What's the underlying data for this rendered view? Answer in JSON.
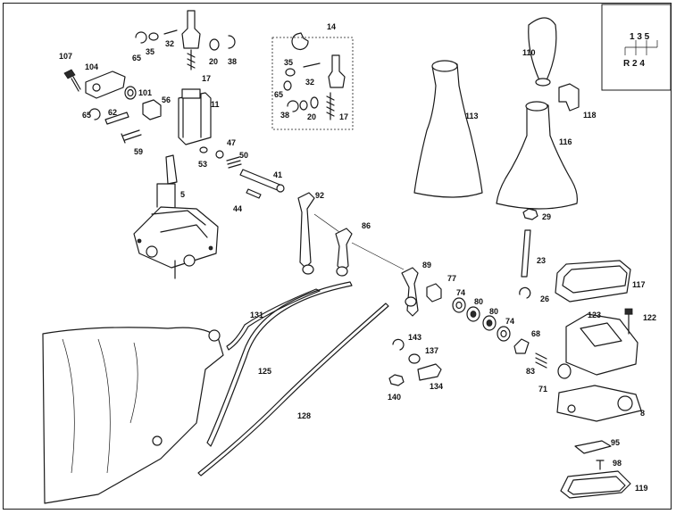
{
  "shift_pattern": {
    "top_row": "1 3 5",
    "bottom_row": "R 2 4"
  },
  "parts": [
    {
      "id": "p107",
      "label": "107"
    },
    {
      "id": "p104",
      "label": "104"
    },
    {
      "id": "p101",
      "label": "101"
    },
    {
      "id": "p65a",
      "label": "65"
    },
    {
      "id": "p62",
      "label": "62"
    },
    {
      "id": "p56",
      "label": "56"
    },
    {
      "id": "p59",
      "label": "59"
    },
    {
      "id": "p65b",
      "label": "65"
    },
    {
      "id": "p35a",
      "label": "35"
    },
    {
      "id": "p32a",
      "label": "32"
    },
    {
      "id": "p20a",
      "label": "20"
    },
    {
      "id": "p38a",
      "label": "38"
    },
    {
      "id": "p17a",
      "label": "17"
    },
    {
      "id": "p11",
      "label": "11"
    },
    {
      "id": "p47",
      "label": "47"
    },
    {
      "id": "p50",
      "label": "50"
    },
    {
      "id": "p53",
      "label": "53"
    },
    {
      "id": "p41",
      "label": "41"
    },
    {
      "id": "p44",
      "label": "44"
    },
    {
      "id": "p5",
      "label": "5"
    },
    {
      "id": "p14",
      "label": "14"
    },
    {
      "id": "p35b",
      "label": "35"
    },
    {
      "id": "p32b",
      "label": "32"
    },
    {
      "id": "p65c",
      "label": "65"
    },
    {
      "id": "p38b",
      "label": "38"
    },
    {
      "id": "p20b",
      "label": "20"
    },
    {
      "id": "p17b",
      "label": "17"
    },
    {
      "id": "p92",
      "label": "92"
    },
    {
      "id": "p86",
      "label": "86"
    },
    {
      "id": "p89",
      "label": "89"
    },
    {
      "id": "p77",
      "label": "77"
    },
    {
      "id": "p74a",
      "label": "74"
    },
    {
      "id": "p80a",
      "label": "80"
    },
    {
      "id": "p80b",
      "label": "80"
    },
    {
      "id": "p74b",
      "label": "74"
    },
    {
      "id": "p68",
      "label": "68"
    },
    {
      "id": "p83",
      "label": "83"
    },
    {
      "id": "p71",
      "label": "71"
    },
    {
      "id": "p113",
      "label": "113"
    },
    {
      "id": "p110",
      "label": "110"
    },
    {
      "id": "p118",
      "label": "118"
    },
    {
      "id": "p116",
      "label": "116"
    },
    {
      "id": "p29",
      "label": "29"
    },
    {
      "id": "p23",
      "label": "23"
    },
    {
      "id": "p26",
      "label": "26"
    },
    {
      "id": "p117",
      "label": "117"
    },
    {
      "id": "p123",
      "label": "123"
    },
    {
      "id": "p122",
      "label": "122"
    },
    {
      "id": "p8",
      "label": "8"
    },
    {
      "id": "p95",
      "label": "95"
    },
    {
      "id": "p98",
      "label": "98"
    },
    {
      "id": "p119",
      "label": "119"
    },
    {
      "id": "p131",
      "label": "131"
    },
    {
      "id": "p125",
      "label": "125"
    },
    {
      "id": "p128",
      "label": "128"
    },
    {
      "id": "p143",
      "label": "143"
    },
    {
      "id": "p137",
      "label": "137"
    },
    {
      "id": "p134",
      "label": "134"
    },
    {
      "id": "p140",
      "label": "140"
    }
  ]
}
